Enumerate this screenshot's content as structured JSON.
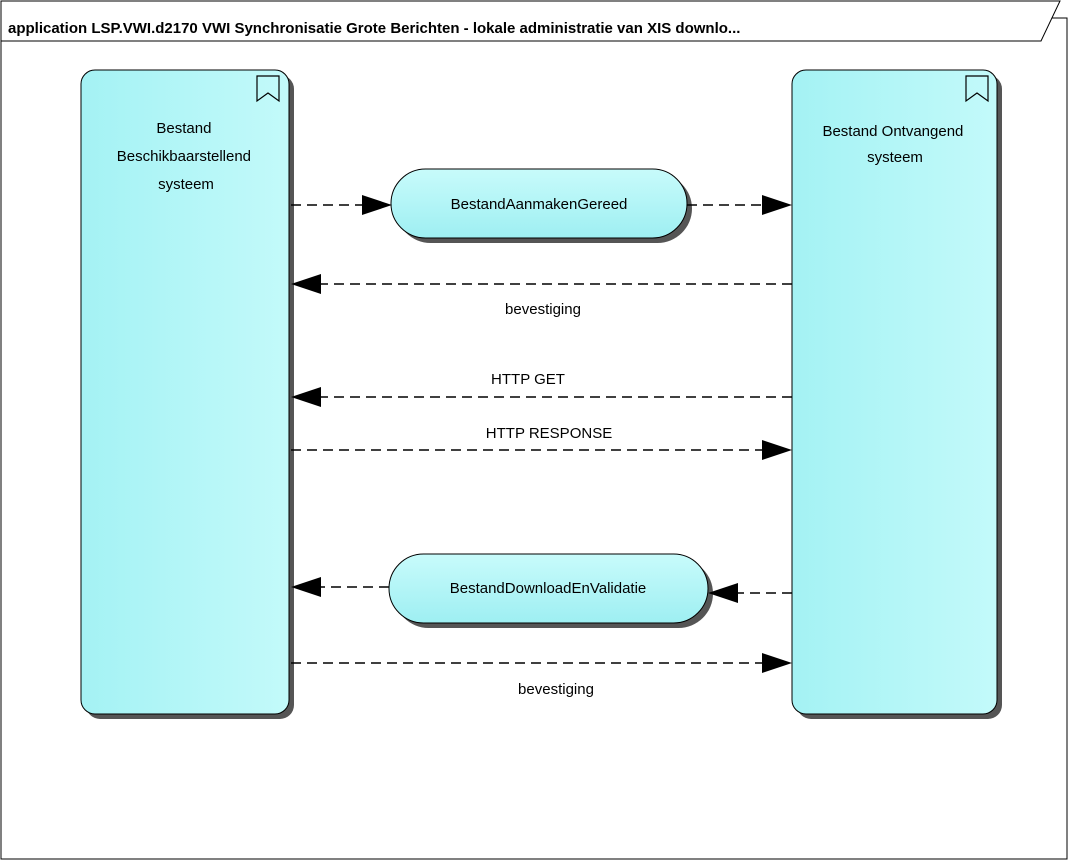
{
  "frame": {
    "title": "application LSP.VWI.d2170 VWI Synchronisatie Grote Berichten - lokale administratie van XIS downlo..."
  },
  "components": {
    "left": {
      "label_lines": [
        "Bestand",
        "Beschikbaarstellend",
        "systeem"
      ]
    },
    "right": {
      "label_lines": [
        "Bestand Ontvangend",
        "systeem"
      ]
    }
  },
  "processes": {
    "aanmaken": "BestandAanmakenGereed",
    "download": "BestandDownloadEnValidatie"
  },
  "flows": {
    "bevestiging_1": "bevestiging",
    "http_get": "HTTP GET",
    "http_response": "HTTP RESPONSE",
    "bevestiging_2": "bevestiging"
  },
  "colors": {
    "component_fill": "#aaf5f5",
    "process_fill": "#aaf5f5",
    "shadow": "#555555",
    "line": "#000000"
  }
}
